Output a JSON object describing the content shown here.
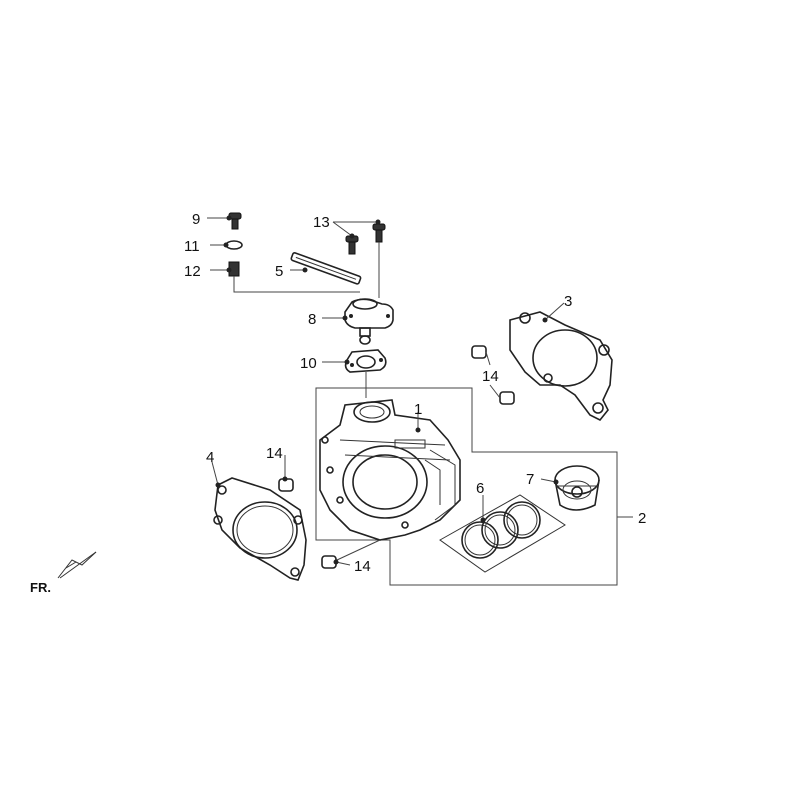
{
  "callouts": {
    "c1": "1",
    "c2": "2",
    "c3": "3",
    "c4": "4",
    "c5": "5",
    "c6": "6",
    "c7": "7",
    "c8": "8",
    "c9": "9",
    "c10": "10",
    "c11": "11",
    "c12": "12",
    "c13": "13",
    "c14a": "14",
    "c14b": "14",
    "c14c": "14"
  },
  "front_label": "FR."
}
